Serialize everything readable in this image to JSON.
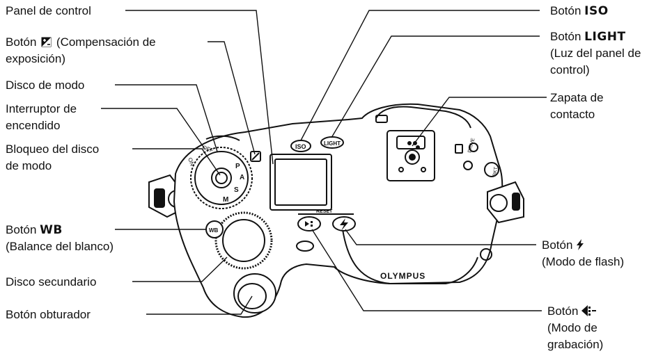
{
  "labels": {
    "control_panel": "Panel de control",
    "exposure_btn_a": "Botón",
    "exposure_btn_b": "(Compensación de",
    "exposure_btn_c": "exposición)",
    "mode_dial": "Disco de modo",
    "power_switch_a": "Interruptor de",
    "power_switch_b": "encendido",
    "mode_lock_a": "Bloqueo del disco",
    "mode_lock_b": "de modo",
    "wb_btn_a": "Botón",
    "wb_btn_key": "WB",
    "wb_btn_b": "(Balance del blanco)",
    "sub_dial": "Disco secundario",
    "shutter_btn": "Botón obturador",
    "iso_btn_a": "Botón",
    "iso_btn_key": "ISO",
    "light_btn_a": "Botón",
    "light_btn_key": "LIGHT",
    "light_btn_b": "(Luz del panel de",
    "light_btn_c": "control)",
    "hot_shoe_a": "Zapata de",
    "hot_shoe_b": "contacto",
    "flash_btn_a": "Botón",
    "flash_btn_b": "(Modo de flash)",
    "record_btn_a": "Botón",
    "record_btn_b": "(Modo de",
    "record_btn_c": "grabación)"
  },
  "camera_text": {
    "iso": "ISO",
    "light": "LIGHT",
    "off": "OFF",
    "on": "ON",
    "wb": "WB",
    "reset": "RESET",
    "drive": "DRIVE",
    "bkt": "BKT",
    "brand": "OLYMPUS",
    "mode_p": "P",
    "mode_a": "A",
    "mode_s": "S",
    "mode_m": "M"
  },
  "colors": {
    "ink": "#111111",
    "body_fill": "#ffffff"
  },
  "icons": [
    "exposure-compensation-icon",
    "flash-icon",
    "record-mode-icon"
  ]
}
